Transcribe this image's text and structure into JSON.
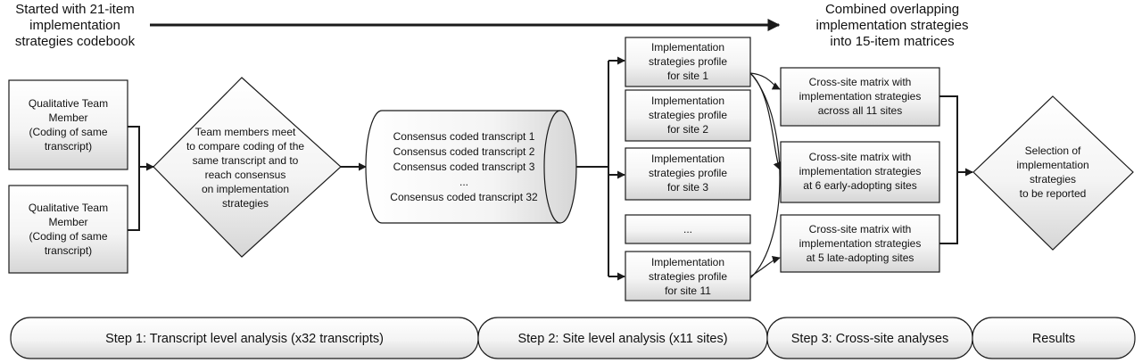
{
  "top_left_note": [
    "Started with 21-item",
    "implementation",
    "strategies codebook"
  ],
  "top_right_note": [
    "Combined overlapping",
    "implementation strategies",
    "into 15-item matrices"
  ],
  "team_member_1": [
    "Qualitative Team",
    "Member",
    "(Coding of same",
    "transcript)"
  ],
  "team_member_2": [
    "Qualitative Team",
    "Member",
    "(Coding of same",
    "transcript)"
  ],
  "meeting_diamond": [
    "Team members meet",
    "to compare coding of the",
    "same transcript and to",
    "reach consensus",
    "on implementation",
    "strategies"
  ],
  "transcripts_store": [
    "Consensus coded transcript 1",
    "Consensus coded transcript 2",
    "Consensus coded transcript 3",
    "...",
    "Consensus coded transcript 32"
  ],
  "site_profiles": [
    [
      "Implementation",
      "strategies profile",
      "for site 1"
    ],
    [
      "Implementation",
      "strategies profile",
      "for site 2"
    ],
    [
      "Implementation",
      "strategies profile",
      "for site 3"
    ],
    [
      "..."
    ],
    [
      "Implementation",
      "strategies profile",
      "for site 11"
    ]
  ],
  "cross_site_matrices": [
    [
      "Cross-site matrix with",
      "implementation strategies",
      "across all 11 sites"
    ],
    [
      "Cross-site matrix with",
      "implementation strategies",
      "at 6 early-adopting sites"
    ],
    [
      "Cross-site matrix with",
      "implementation strategies",
      "at 5 late-adopting sites"
    ]
  ],
  "selection_diamond": [
    "Selection of",
    "implementation",
    "strategies",
    "to be reported"
  ],
  "steps": [
    "Step 1: Transcript level analysis (x32 transcripts)",
    "Step 2: Site level analysis (x11 sites)",
    "Step 3: Cross-site analyses",
    "Results"
  ],
  "colors": {
    "stroke": "#1a1a1a",
    "fill_top": "#ffffff",
    "fill_bottom": "#d9d9d9",
    "text": "#111111"
  }
}
